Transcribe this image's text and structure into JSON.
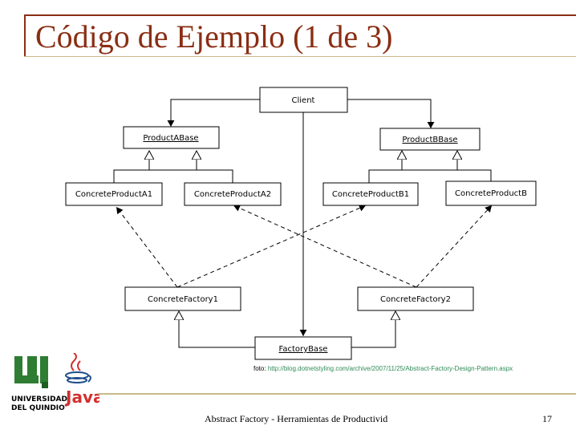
{
  "slide": {
    "title": "Código de Ejemplo (1 de 3)",
    "credit_label": "foto:",
    "credit_url": "http://blog.dotnetstyling.com/archive/2007/11/25/Abstract-Factory-Design-Pattern.aspx",
    "footer_text": "Abstract Factory - Herramientas de Productivid",
    "page_number": "17"
  },
  "diagram": {
    "client": "Client",
    "product_a_base": "ProductABase",
    "product_b_base": "ProductBBase",
    "concrete_product_a1": "ConcreteProductA1",
    "concrete_product_a2": "ConcreteProductA2",
    "concrete_product_b1": "ConcreteProductB1",
    "concrete_product_b": "ConcreteProductB",
    "concrete_factory_1": "ConcreteFactory1",
    "concrete_factory_2": "ConcreteFactory2",
    "factory_base": "FactoryBase"
  },
  "logo": {
    "university_line1": "UNIVERSIDAD",
    "university_line2": "DEL QUINDIO",
    "java_text": "Java"
  },
  "colors": {
    "title": "#8a2e14",
    "rule": "#c9b98a",
    "link": "#2e8b57",
    "logo_green": "#2e7d32",
    "java_red": "#d32f2f"
  }
}
